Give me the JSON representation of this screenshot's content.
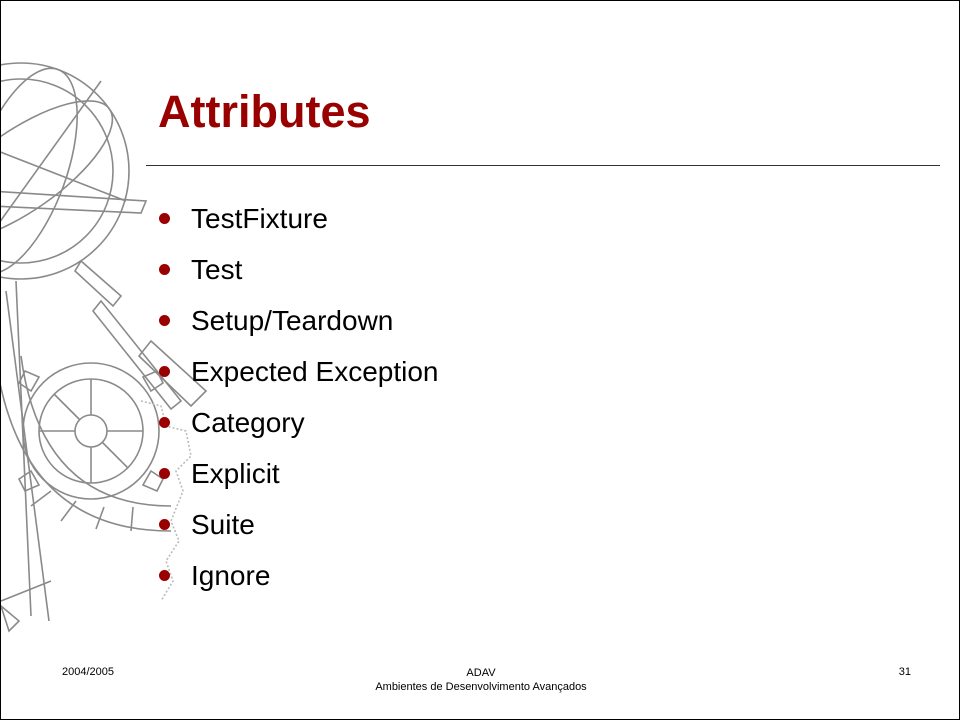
{
  "slide": {
    "title": "Attributes",
    "bullets": [
      "TestFixture",
      "Test",
      "Setup/Teardown",
      "Expected Exception",
      "Category",
      "Explicit",
      "Suite",
      "Ignore"
    ],
    "footer": {
      "date": "2004/2005",
      "course_code": "ADAV",
      "course_name": "Ambientes de Desenvolvimento Avançados",
      "page_number": "31"
    }
  },
  "colors": {
    "title": "#990000",
    "bullet": "#990000",
    "emblem_stroke": "#888888"
  },
  "icons": {
    "emblem": "armillary-sphere-watermark-icon"
  }
}
